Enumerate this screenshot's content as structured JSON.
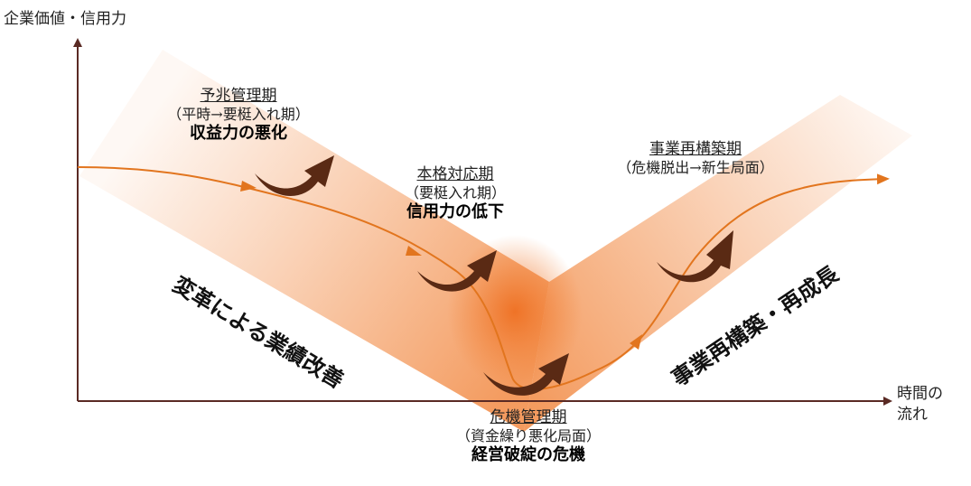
{
  "axes": {
    "y_label": "企業価値・信用力",
    "x_label_line1": "時間の",
    "x_label_line2": "流れ"
  },
  "phases": [
    {
      "title": "予兆管理期",
      "sub": "（平時→要梃入れ期）",
      "desc": "収益力の悪化"
    },
    {
      "title": "本格対応期",
      "sub": "（要梃入れ期）",
      "desc": "信用力の低下"
    },
    {
      "title": "危機管理期",
      "sub": "（資金繰り悪化局面）",
      "desc": "経営破綻の危機"
    },
    {
      "title": "事業再構築期",
      "sub": "（危機脱出→新生局面）",
      "desc": ""
    }
  ],
  "bands": {
    "left": "変革による業績改善",
    "right": "事業再構築・再成長"
  },
  "colors": {
    "band": "#f07a2a",
    "curve": "#e2751e",
    "turn_arrow": "#5a2a14",
    "axis": "#5a2a24"
  }
}
